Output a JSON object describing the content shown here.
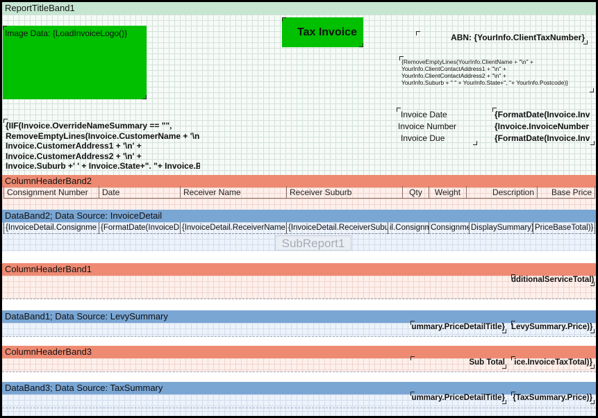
{
  "bands": {
    "report_title": "ReportTitleBand1",
    "column_header_2": "ColumnHeaderBand2",
    "data_band_2": "DataBand2; Data Source: InvoiceDetail",
    "column_header_1": "ColumnHeaderBand1",
    "data_band_1": "DataBand1; Data Source: LevySummary",
    "column_header_3": "ColumnHeaderBand3",
    "data_band_3": "DataBand3; Data Source: TaxSummary"
  },
  "title_band": {
    "image_data": "Image Data: {LoadInvoiceLogo()}",
    "tax_invoice": "Tax Invoice",
    "abn": "ABN: {YourInfo.ClientTaxNumber}",
    "address_lines": [
      "{RemoveEmptyLines(YourInfo.ClientName + \"\\n\" +",
      "YourInfo.ClientContactAddress1 + \"\\n\" +",
      "YourInfo.ClientContactAddress2 + \"\\n\" +",
      "YourInfo.Suburb + \" \" + YourInfo.State+\", \"+ YourInfo.Postcode)}"
    ],
    "customer_lines": [
      "{IIF(Invoice.OverrideNameSummary == \"\",",
      "RemoveEmptyLines(Invoice.CustomerName + '\\n' +",
      "Invoice.CustomerAddress1 + '\\n' +",
      "Invoice.CustomerAddress2 + '\\n' +",
      "Invoice.Suburb +' ' + Invoice.State+\", \"+ Invoice.Po"
    ],
    "invoice_date_label": "Invoice Date",
    "invoice_number_label": "Invoice Number",
    "invoice_due_label": "Invoice Due",
    "invoice_date_value": "{FormatDate(Invoice.Inv",
    "invoice_number_value": "{Invoice.InvoiceNumber",
    "invoice_due_value": "{FormatDate(Invoice.Inv"
  },
  "column_headers": [
    "Consignment Number",
    "Date",
    "Receiver Name",
    "Receiver Suburb",
    "Qty",
    "Weight",
    "Description",
    "Base Price"
  ],
  "detail_cells": [
    "{InvoiceDetail.Consignme",
    "{FormatDate(InvoiceD",
    "{InvoiceDetail.ReceiverName",
    "{InvoiceDetail.ReceiverSubu",
    "il.Consignm",
    "Consignme",
    "DisplaySummary}",
    "PriceBaseTotal)}"
  ],
  "subreport": "SubReport1",
  "additional_service_total": "dditionalServiceTotal)}",
  "levy": {
    "title": "ummary.PriceDetailTitle}",
    "price": "LevySummary.Price)}"
  },
  "subtotal": {
    "label": "Sub Total",
    "value": "ice.InvoiceTaxTotal)}"
  },
  "tax": {
    "title": "ummary.PriceDetailTitle}",
    "price": "{TaxSummary.Price)}"
  },
  "colors": {
    "title_band": "#c6e6d2",
    "header_band": "#ee8a72",
    "data_band": "#7aa6d4",
    "logo_fill": "#00c000",
    "tax_invoice_fill": "#00c000"
  }
}
